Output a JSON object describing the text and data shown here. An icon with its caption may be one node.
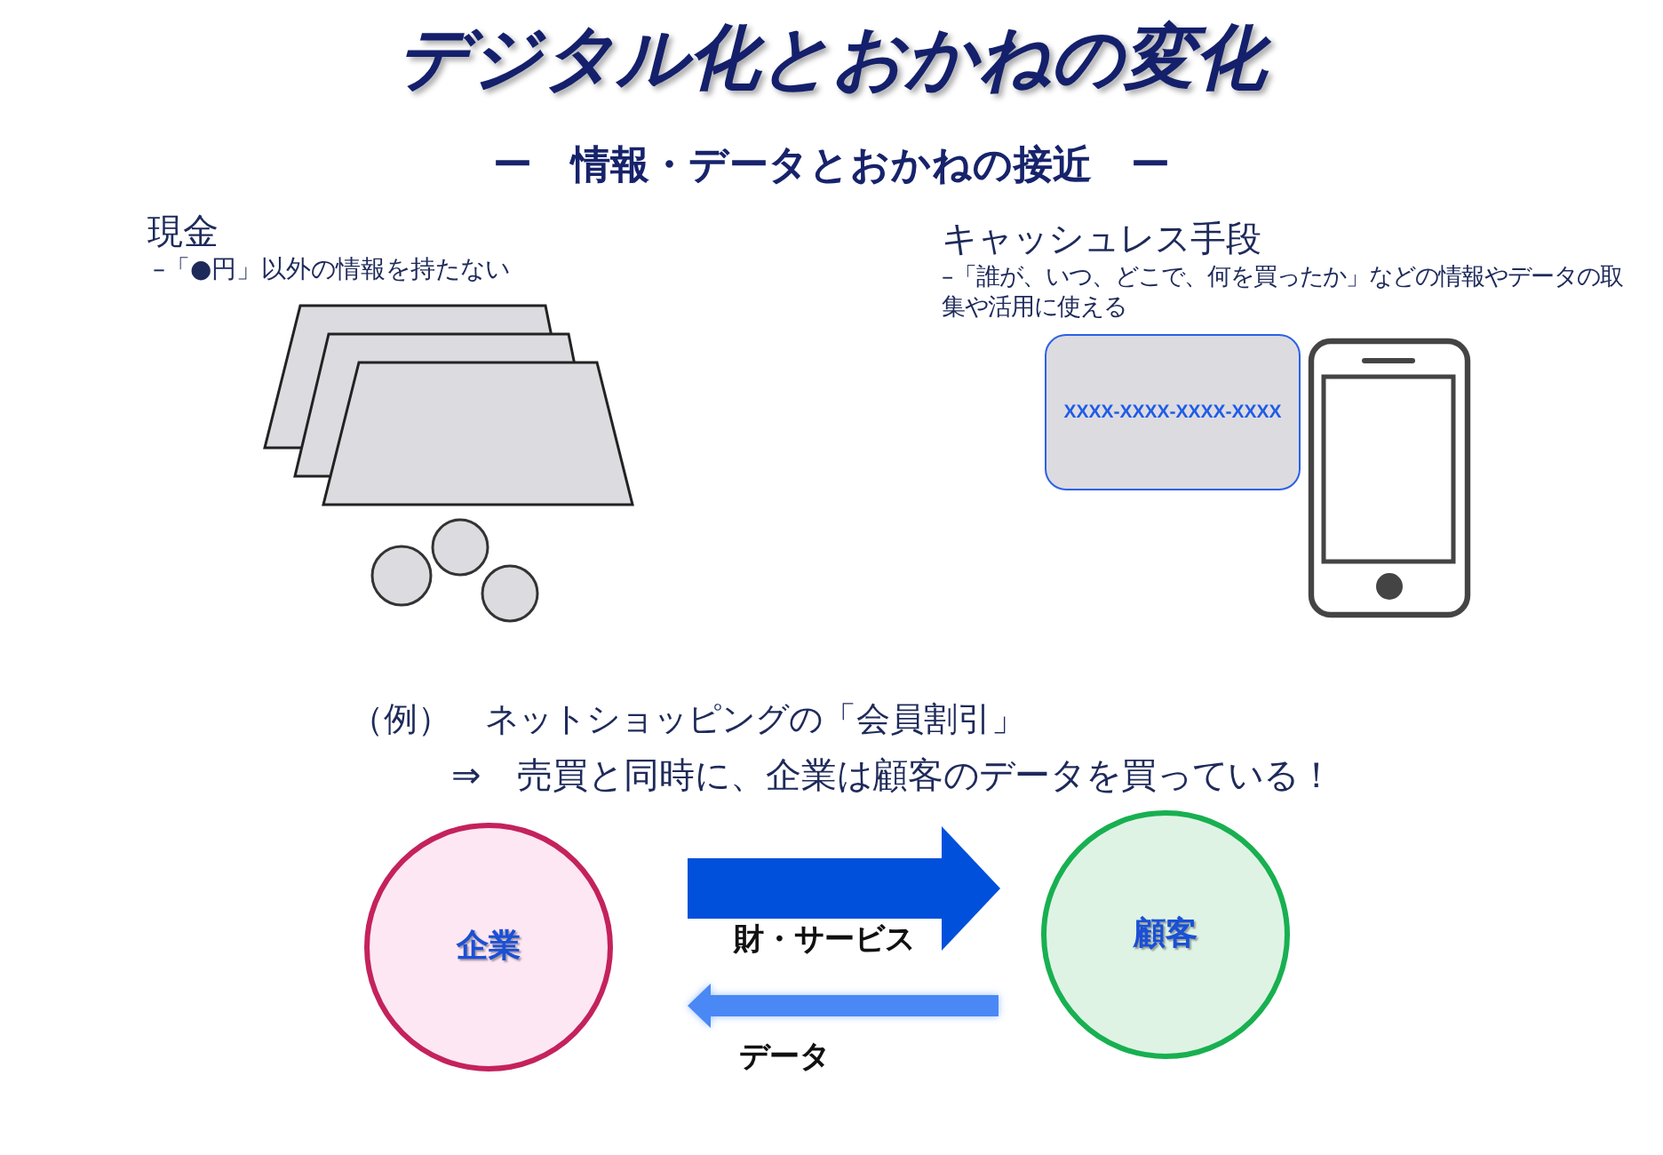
{
  "diagram": {
    "title": "デジタル化とおかねの変化",
    "nodes": [
      {
        "text": [
          "XXXX-XXXX-XXXX-XXXX"
        ]
      },
      {
        "text": [
          "企業"
        ]
      },
      {
        "text": [
          "顧客"
        ]
      }
    ],
    "edges": [
      {
        "from": 1,
        "to": 2,
        "arrow": "to",
        "label": "財・サービス",
        "style": "thick",
        "color": "#0050dc"
      },
      {
        "from": 2,
        "to": 1,
        "arrow": "to",
        "label": "データ",
        "color": "#4a88f5"
      }
    ],
    "labels": [
      "ー　情報・データとおかねの接近　ー",
      "現金",
      "–「●円」以外の情報を持たない",
      "キャッシュレス手段",
      "–「誰が、いつ、どこで、何を買ったか」などの情報やデータの取集や活用に使える",
      "（例）　ネットショッピングの「会員割引」",
      "⇒　売買と同時に、企業は顧客のデータを買っている！"
    ]
  }
}
